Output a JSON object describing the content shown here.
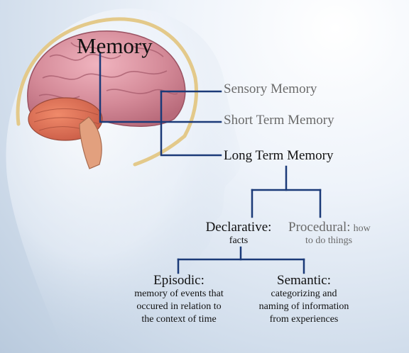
{
  "diagram": {
    "title": "Memory",
    "nodes": {
      "sensory": "Sensory Memory",
      "short_term": "Short Term Memory",
      "long_term": "Long Term Memory",
      "declarative": {
        "name": "Declarative:",
        "desc": "facts"
      },
      "procedural": {
        "name": "Procedural:",
        "desc_1": "how",
        "desc_2": "to do things"
      },
      "episodic": {
        "name": "Episodic:",
        "desc_lines": [
          "memory of events that",
          "occured in relation to",
          "the context of time"
        ]
      },
      "semantic": {
        "name": "Semantic:",
        "desc_lines": [
          "categorizing and",
          "naming of information",
          "from experiences"
        ]
      }
    },
    "colors": {
      "line": "#1b3a78",
      "text": "#111111",
      "muted": "#6a6a6a",
      "brain": "#d48a98"
    }
  }
}
